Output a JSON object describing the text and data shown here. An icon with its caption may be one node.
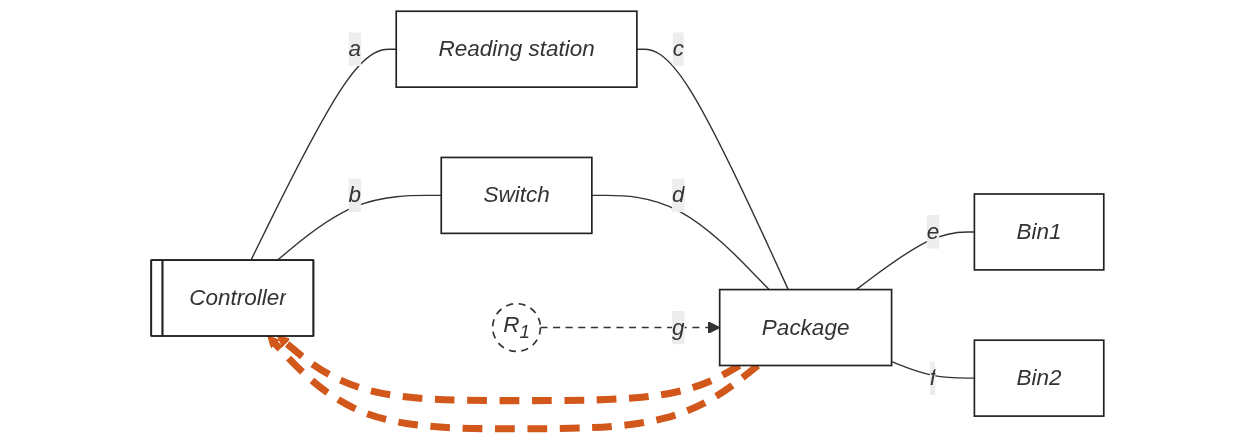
{
  "diagram": {
    "nodes": [
      {
        "text": [
          "Controller"
        ]
      },
      {
        "text": [
          "Reading station"
        ]
      },
      {
        "text": [
          "Switch"
        ]
      },
      {
        "text": [
          "Package"
        ]
      },
      {
        "text": [
          "R$_{1}$"
        ]
      },
      {
        "text": [
          "Bin1"
        ]
      },
      {
        "text": [
          "Bin2"
        ]
      }
    ],
    "edges": [
      {
        "from": 0,
        "to": 1,
        "arrow": "none",
        "label": "a"
      },
      {
        "from": 0,
        "to": 2,
        "arrow": "none",
        "label": "b"
      },
      {
        "from": 1,
        "to": 3,
        "arrow": "none",
        "label": "c"
      },
      {
        "from": 2,
        "to": 3,
        "arrow": "none",
        "label": "d"
      },
      {
        "from": 3,
        "to": 5,
        "arrow": "none",
        "label": "e"
      },
      {
        "from": 3,
        "to": 6,
        "arrow": "none",
        "label": "f"
      },
      {
        "from": 4,
        "to": 3,
        "arrow": "to",
        "label": "g",
        "style": "dashed"
      },
      {
        "from": 3,
        "to": 0,
        "arrow": "to",
        "style": "dashed",
        "color": "#d2571a"
      },
      {
        "from": 3,
        "to": 0,
        "arrow": "to",
        "style": "dashed",
        "color": "#d2571a"
      }
    ]
  }
}
